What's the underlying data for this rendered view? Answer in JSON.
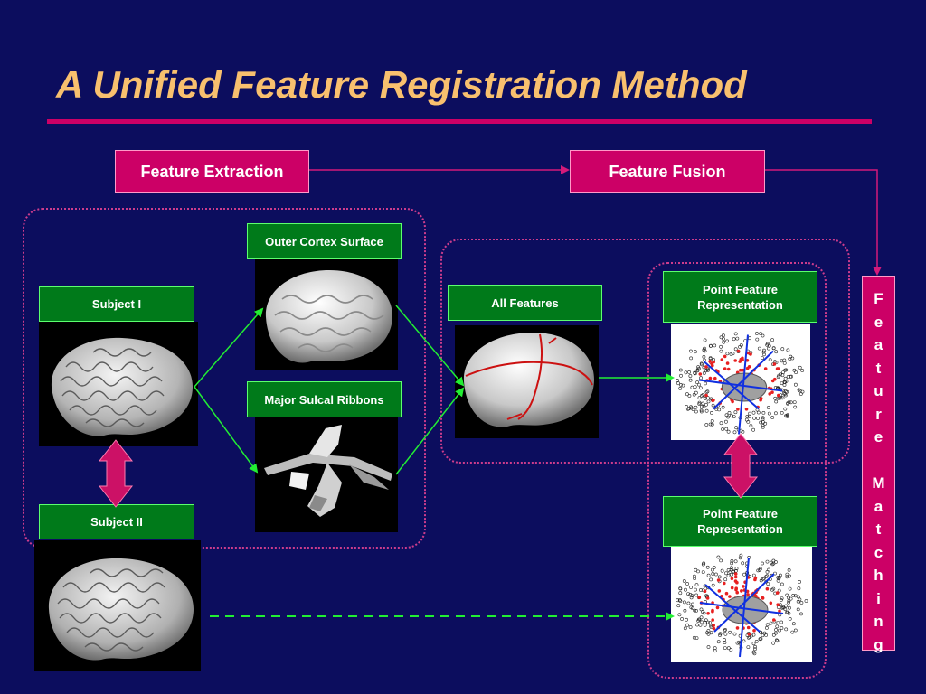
{
  "slide": {
    "title": "A Unified Feature Registration Method"
  },
  "stages": {
    "extraction": "Feature Extraction",
    "fusion": "Feature Fusion"
  },
  "labels": {
    "subject1": "Subject I",
    "subject2": "Subject II",
    "outer_cortex": "Outer Cortex Surface",
    "sulcal": "Major Sulcal Ribbons",
    "all_features": "All Features",
    "point_rep_top": "Point Feature Representation",
    "point_rep_bottom": "Point Feature Representation"
  },
  "matching_letters": [
    "F",
    "e",
    "a",
    "t",
    "u",
    "r",
    "e",
    " ",
    "M",
    "a",
    "t",
    "c",
    "h",
    "i",
    "n",
    "g"
  ],
  "colors": {
    "background": "#0c0d5e",
    "title": "#f8c06e",
    "accent": "#cc0066",
    "green_box": "#007a1a",
    "arrow_green": "#22ee33",
    "dotted_border": "#cc3c8c"
  }
}
